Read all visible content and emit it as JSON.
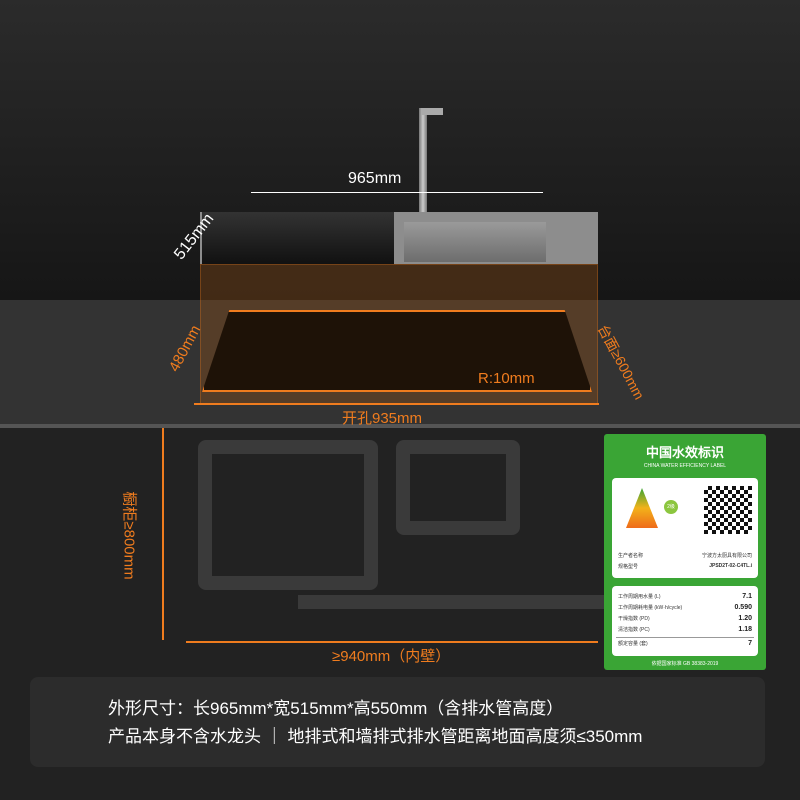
{
  "dimensions": {
    "width": "965mm",
    "depth": "515mm",
    "cutout_depth": "480mm",
    "cutout_width": "开孔935mm",
    "radius": "R:10mm",
    "countertop": "台面≥600mm",
    "cabinet_height": "橱柜≥800mm",
    "cabinet_inner_width": "≥940mm（内壁）"
  },
  "water_label": {
    "title": "中国水效标识",
    "subtitle": "CHINA WATER EFFICIENCY LABEL",
    "grade": "2级",
    "manufacturer_label": "生产者名称",
    "manufacturer": "宁波方太厨具有限公司",
    "model_label": "规格型号",
    "model": "JPSD2T-02-C4TL.i",
    "rows": [
      {
        "label": "工作周期用水量 (L)",
        "value": "7.1"
      },
      {
        "label": "工作周期耗电量 (kW·h/cycle)",
        "value": "0.590"
      },
      {
        "label": "干燥指数 (PD)",
        "value": "1.20"
      },
      {
        "label": "清洁指数 (PC)",
        "value": "1.18"
      },
      {
        "label": "额定容量 (套)",
        "value": "7"
      }
    ],
    "standard": "依据国家标准 GB 38383-2019",
    "color": "#3aa535"
  },
  "notes": {
    "line1": "外形尺寸：长965mm*宽515mm*高550mm（含排水管高度）",
    "line2": "产品本身不含水龙头 ｜ 地排式和墙排式排水管距离地面高度须≤350mm"
  },
  "colors": {
    "accent": "#f07c1e"
  }
}
